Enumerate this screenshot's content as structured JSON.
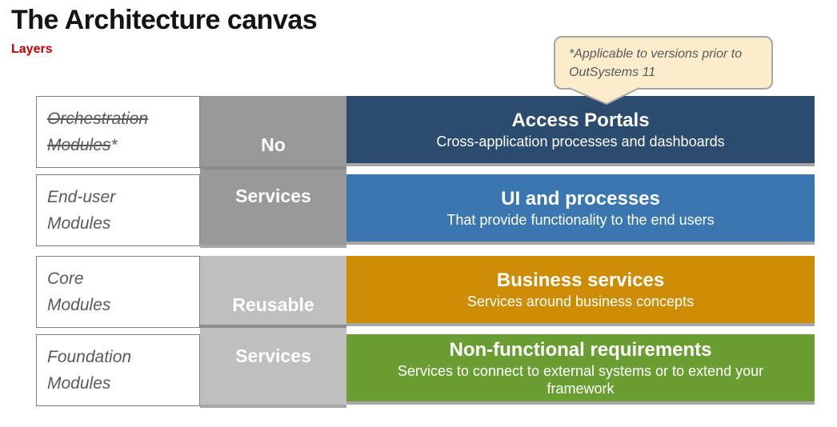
{
  "page": {
    "title": "The Architecture canvas",
    "subtitle": "Layers"
  },
  "callout": {
    "line1": "*Applicable to versions prior to",
    "line2": "OutSystems 11"
  },
  "columns": {
    "modules": [
      {
        "line1": "Orchestration",
        "line2": "Modules",
        "suffix": "*",
        "strikethrough": true
      },
      {
        "line1": "End-user",
        "line2": "Modules",
        "suffix": "",
        "strikethrough": false
      },
      {
        "line1": "Core",
        "line2": "Modules",
        "suffix": "",
        "strikethrough": false
      },
      {
        "line1": "Foundation",
        "line2": "Modules",
        "suffix": "",
        "strikethrough": false
      }
    ],
    "service_blocks": [
      {
        "line1": "No",
        "line2": "Services",
        "bg": "#999999"
      },
      {
        "line1": "Reusable",
        "line2": "Services",
        "bg": "#bfbfbf"
      }
    ],
    "layers": [
      {
        "title": "Access Portals",
        "subtitle": "Cross-application processes and dashboards",
        "bg": "#2b4b6f"
      },
      {
        "title": "UI and processes",
        "subtitle": "That provide functionality to the end users",
        "bg": "#3a77b0"
      },
      {
        "title": "Business services",
        "subtitle": "Services around business concepts",
        "bg": "#cc8c04"
      },
      {
        "title": "Non-functional requirements",
        "subtitle": "Services to connect to external systems or to extend your framework",
        "bg": "#6a9e33"
      }
    ]
  },
  "colors": {
    "title_text": "#141414",
    "subtitle_red": "#bf0000",
    "module_text": "#595959",
    "cell_border": "#7f7f7f",
    "row_shadow": "#a6a6a6",
    "callout_bg": "#fbedcb",
    "callout_border": "#a6a6a6"
  }
}
